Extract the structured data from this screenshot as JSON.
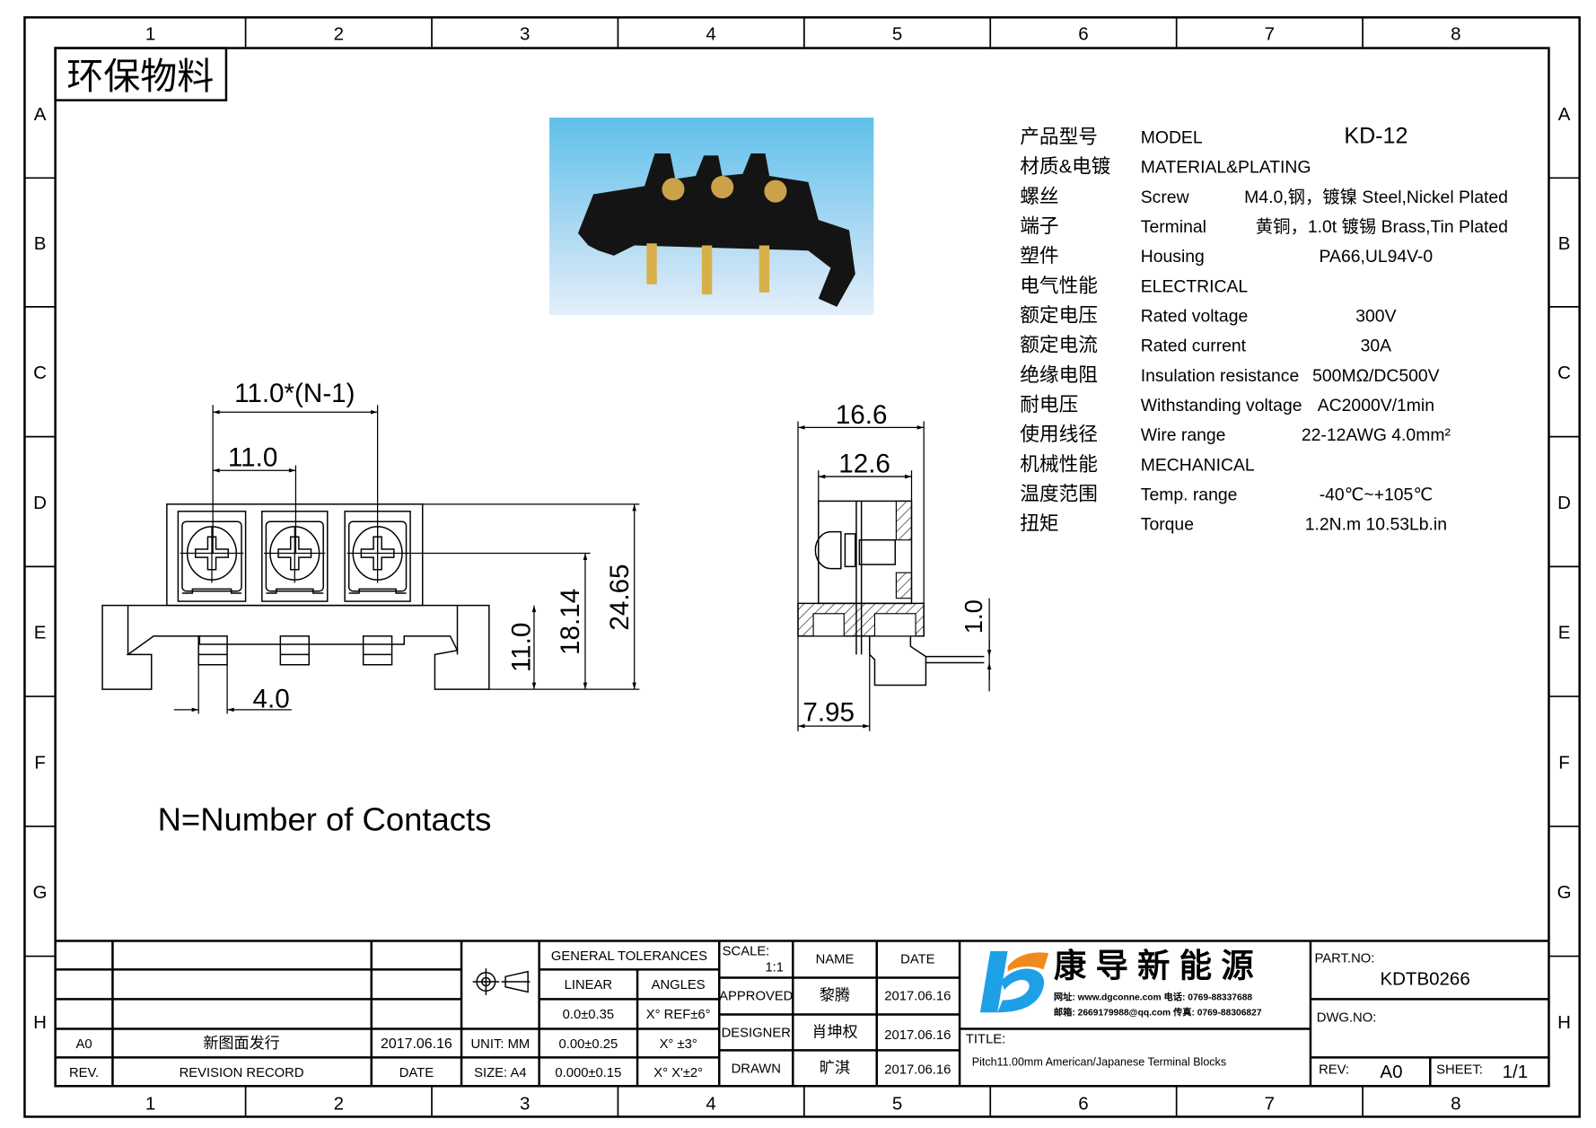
{
  "frame": {
    "columns": [
      "1",
      "2",
      "3",
      "4",
      "5",
      "6",
      "7",
      "8"
    ],
    "rows": [
      "A",
      "B",
      "C",
      "D",
      "E",
      "F",
      "G",
      "H"
    ]
  },
  "stamp": "环保物料",
  "specs": {
    "rows": [
      {
        "cn": "产品型号",
        "en": "MODEL",
        "value": "KD-12"
      },
      {
        "cn": "材质&电镀",
        "en": "MATERIAL&PLATING",
        "value": ""
      },
      {
        "cn": "螺丝",
        "en": "Screw",
        "value": "M4.0,钢，镀镍 Steel,Nickel Plated"
      },
      {
        "cn": "端子",
        "en": "Terminal",
        "value": "黄铜，1.0t 镀锡 Brass,Tin Plated"
      },
      {
        "cn": "塑件",
        "en": "Housing",
        "value": "PA66,UL94V-0"
      },
      {
        "cn": "电气性能",
        "en": "ELECTRICAL",
        "value": ""
      },
      {
        "cn": "额定电压",
        "en": "Rated voltage",
        "value": "300V"
      },
      {
        "cn": "额定电流",
        "en": "Rated current",
        "value": "30A"
      },
      {
        "cn": "绝缘电阻",
        "en": "Insulation resistance",
        "value": "500MΩ/DC500V"
      },
      {
        "cn": "耐电压",
        "en": "Withstanding voltage",
        "value": "AC2000V/1min"
      },
      {
        "cn": "使用线径",
        "en": "Wire range",
        "value": "22-12AWG 4.0mm²"
      },
      {
        "cn": "机械性能",
        "en": "MECHANICAL",
        "value": ""
      },
      {
        "cn": "温度范围",
        "en": "Temp. range",
        "value": "-40℃~+105℃"
      },
      {
        "cn": "扭矩",
        "en": "Torque",
        "value": "1.2N.m  10.53Lb.in"
      }
    ]
  },
  "front_view": {
    "dim_pitch_total": "11.0*(N-1)",
    "dim_pitch": "11.0",
    "dim_height_total": "24.65",
    "dim_height_screw": "18.14",
    "dim_height_base": "11.0",
    "dim_pin_width": "4.0"
  },
  "side_view": {
    "dim_width_total": "16.6",
    "dim_width_body": "12.6",
    "dim_pin_offset": "7.95",
    "dim_pin_thickness": "1.0"
  },
  "note": "N=Number of Contacts",
  "title_block": {
    "revision_rows": [
      {
        "rev": "",
        "record": "",
        "date": ""
      },
      {
        "rev": "",
        "record": "",
        "date": ""
      },
      {
        "rev": "",
        "record": "",
        "date": ""
      },
      {
        "rev": "A0",
        "record": "新图面发行",
        "date": "2017.06.16"
      }
    ],
    "rev_header": "REV.",
    "record_header": "REVISION RECORD",
    "date_header": "DATE",
    "unit": "UNIT: MM",
    "size": "SIZE: A4",
    "tolerances_header": "GENERAL TOLERANCES",
    "linear_header": "LINEAR",
    "angles_header": "ANGLES",
    "linear": [
      "0.0±0.35",
      "0.00±0.25",
      "0.000±0.15"
    ],
    "angles": [
      "X° REF±6°",
      "X° ±3°",
      "X° X'±2°"
    ],
    "scale_label": "SCALE:",
    "scale_value": "1:1",
    "name_header": "NAME",
    "date_col_header": "DATE",
    "approved_label": "APPROVED",
    "approved_name": "黎腾",
    "approved_date": "2017.06.16",
    "designer_label": "DESIGNER",
    "designer_name": "肖坤权",
    "designer_date": "2017.06.16",
    "drawn_label": "DRAWN",
    "drawn_name": "旷淇",
    "drawn_date": "2017.06.16",
    "company_name": "康 导 新 能 源",
    "company_line1": "网址: www.dgconne.com  电话: 0769-88337688",
    "company_line2": "邮箱: 2669179988@qq.com 传真: 0769-88306827",
    "title_label": "TITLE:",
    "title_value": "Pitch11.00mm American/Japanese Terminal Blocks",
    "part_no_label": "PART.NO:",
    "part_no": "KDTB0266",
    "dwg_no_label": "DWG.NO:",
    "dwg_no": "",
    "rev_label": "REV:",
    "rev_value": "A0",
    "sheet_label": "SHEET:",
    "sheet_value": "1/1"
  },
  "colors": {
    "logo_blue": "#1ea0e6",
    "logo_orange": "#f08a1c",
    "photo_top": "#5fc0ea",
    "photo_bottom": "#d8e8f8"
  }
}
